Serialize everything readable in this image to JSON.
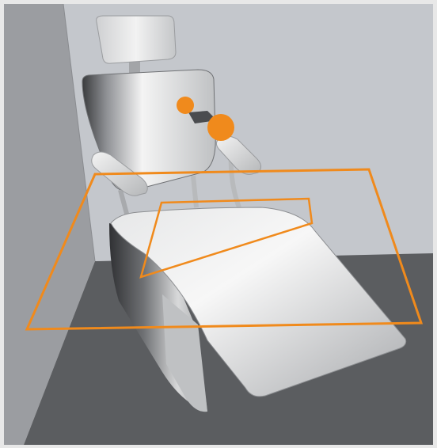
{
  "colors": {
    "frame": "#e6e6e6",
    "wall_back": "#c4c7cc",
    "wall_left": "#9b9da1",
    "floor": "#5b5d60",
    "outline_accent": "#f08a1c",
    "markers": "#f08a1c",
    "chair_light": "#f4f4f4",
    "chair_mid": "#c9cbcd",
    "chair_dark": "#3f4144"
  },
  "icons": {
    "outline_large": "floor-outline-rectangle",
    "outline_small": "inner-floor-outline-rectangle",
    "marker_small": "orange-dot-marker",
    "marker_large": "orange-dot-marker-large"
  }
}
